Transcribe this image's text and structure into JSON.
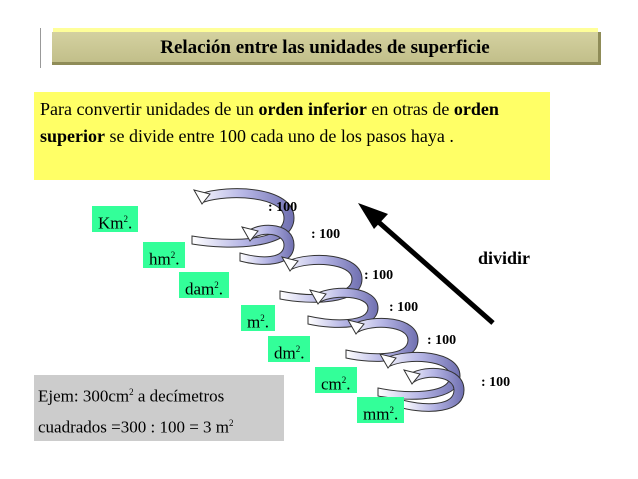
{
  "title": "Relación entre las unidades de superficie",
  "note": {
    "part1": "Para convertir unidades de un ",
    "bold1": "orden inferior",
    "part2": " en otras de ",
    "bold2": "orden superior",
    "part3": " se divide entre 100 cada uno de los pasos haya ."
  },
  "units": [
    "Km",
    "hm",
    "dam",
    "m",
    "dm",
    "cm",
    "mm"
  ],
  "unit_suffix": ".",
  "unit_exponent": "2",
  "step_label": ": 100",
  "arrow_label": "dividir",
  "example": {
    "line1_a": "Ejem: 300cm",
    "line1_exp": "2",
    "line1_b": " a decímetros",
    "line2_a": "cuadrados =300 : 100  = 3 m",
    "line2_exp": "2"
  },
  "colors": {
    "note_bg": "#ffff66",
    "unit_bg": "#33ff99",
    "example_bg": "#cccccc",
    "title_bg": "#c8c591"
  }
}
